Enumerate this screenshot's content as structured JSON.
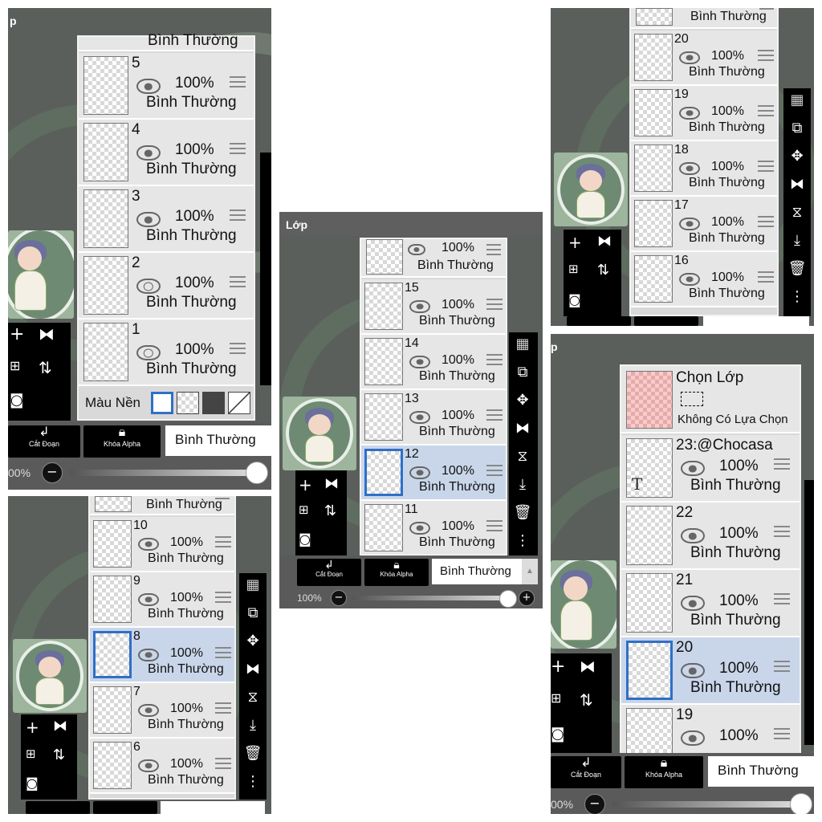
{
  "common": {
    "blend_mode": "Bình Thường",
    "opacity": "100%",
    "layer_opacity": "100%",
    "cut_label": "Cắt Đoạn",
    "alpha_lock_label": "Khóa Alpha",
    "layers_title": "Lớp",
    "title_partial": "p",
    "opacity_partial": "00%"
  },
  "panel1": {
    "top_partial": "Bình Thường",
    "layers": [
      {
        "num": "5",
        "pct": "100%",
        "mode": "Bình Thường",
        "visible": true
      },
      {
        "num": "4",
        "pct": "100%",
        "mode": "Bình Thường",
        "visible": true
      },
      {
        "num": "3",
        "pct": "100%",
        "mode": "Bình Thường",
        "visible": true
      },
      {
        "num": "2",
        "pct": "100%",
        "mode": "Bình Thường",
        "visible": false
      },
      {
        "num": "1",
        "pct": "100%",
        "mode": "Bình Thường",
        "visible": false
      }
    ],
    "background_label": "Màu Nền"
  },
  "panel2": {
    "top_pct": "100%",
    "top_mode": "Bình Thường",
    "layers": [
      {
        "num": "15",
        "pct": "100%",
        "mode": "Bình Thường"
      },
      {
        "num": "14",
        "pct": "100%",
        "mode": "Bình Thường"
      },
      {
        "num": "13",
        "pct": "100%",
        "mode": "Bình Thường"
      },
      {
        "num": "12",
        "pct": "100%",
        "mode": "Bình Thường"
      },
      {
        "num": "11",
        "pct": "100%",
        "mode": "Bình Thường"
      }
    ]
  },
  "panel3": {
    "top_mode": "Bình Thường",
    "layers": [
      {
        "num": "20",
        "pct": "100%",
        "mode": "Bình Thường"
      },
      {
        "num": "19",
        "pct": "100%",
        "mode": "Bình Thường"
      },
      {
        "num": "18",
        "pct": "100%",
        "mode": "Bình Thường"
      },
      {
        "num": "17",
        "pct": "100%",
        "mode": "Bình Thường"
      },
      {
        "num": "16",
        "pct": "100%",
        "mode": "Bình Thường"
      }
    ]
  },
  "panel4": {
    "top_mode": "Bình Thường",
    "layers": [
      {
        "num": "10",
        "pct": "100%",
        "mode": "Bình Thường"
      },
      {
        "num": "9",
        "pct": "100%",
        "mode": "Bình Thường"
      },
      {
        "num": "8",
        "pct": "100%",
        "mode": "Bình Thường"
      },
      {
        "num": "7",
        "pct": "100%",
        "mode": "Bình Thường"
      },
      {
        "num": "6",
        "pct": "100%",
        "mode": "Bình Thường"
      }
    ]
  },
  "panel5": {
    "select_title": "Chọn Lớp",
    "no_selection": "Không Có Lựa Chọn",
    "layers": [
      {
        "num": "23:@Chocasa",
        "pct": "100%",
        "mode": "Bình Thường"
      },
      {
        "num": "22",
        "pct": "100%",
        "mode": "Bình Thường"
      },
      {
        "num": "21",
        "pct": "100%",
        "mode": "Bình Thường"
      },
      {
        "num": "20",
        "pct": "100%",
        "mode": "Bình Thường"
      },
      {
        "num": "19",
        "pct": "100%",
        "mode": ""
      }
    ],
    "text_layer_glyph": "T"
  },
  "icons": {
    "tools": [
      "checker-icon",
      "transform-icon",
      "move-icon",
      "flip-h-icon",
      "flip-v-icon",
      "merge-down-icon",
      "trash-icon",
      "more-icon"
    ],
    "left_tools": [
      "add-layer-icon",
      "flip-icon",
      "add-icon",
      "merge-icon",
      "camera-icon"
    ]
  }
}
